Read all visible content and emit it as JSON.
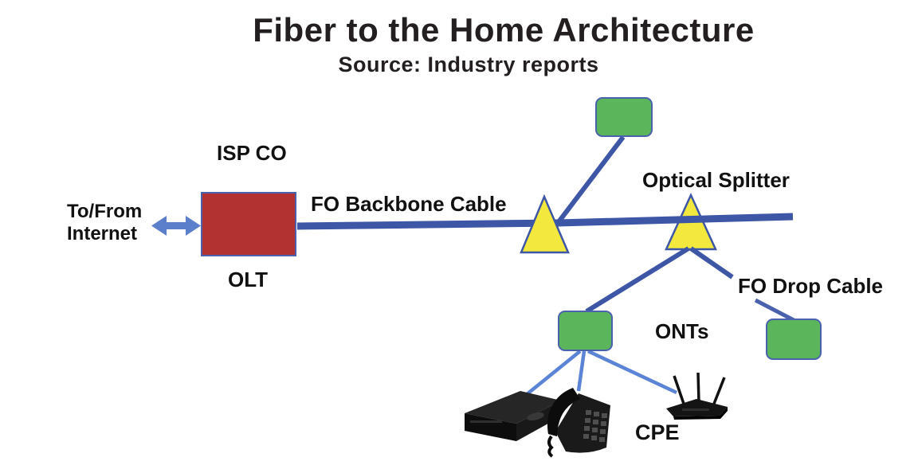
{
  "header": {
    "title": "Fiber to the Home Architecture",
    "subtitle": "Source: Industry reports"
  },
  "labels": {
    "isp_co": "ISP CO",
    "olt": "OLT",
    "to_from_line1": "To/From",
    "to_from_line2": "Internet",
    "fo_backbone_cable": "FO Backbone Cable",
    "optical_splitter": "Optical Splitter",
    "fo_drop_cable": "FO Drop Cable",
    "onts": "ONTs",
    "cpe": "CPE"
  },
  "colors": {
    "olt_box_fill": "#b23232",
    "box_border_blue": "#4a62ad",
    "green_box_fill": "#5bb55b",
    "splitter_yellow": "#f2e83e",
    "backbone_blue": "#3e56a6",
    "cpe_line_blue": "#5b84d6",
    "arrow_blue": "#5c7fcb",
    "text_color": "#231f20"
  },
  "diagram": {
    "nodes": [
      {
        "id": "internet",
        "type": "external",
        "label": "To/From Internet"
      },
      {
        "id": "olt",
        "type": "olt",
        "label": "OLT",
        "site_label": "ISP CO"
      },
      {
        "id": "splitter1",
        "type": "optical-splitter",
        "label": "Optical Splitter"
      },
      {
        "id": "splitter2",
        "type": "optical-splitter",
        "label": "Optical Splitter"
      },
      {
        "id": "ont-top",
        "type": "ont",
        "label": "ONTs"
      },
      {
        "id": "ont-left",
        "type": "ont",
        "label": "ONTs"
      },
      {
        "id": "ont-right",
        "type": "ont",
        "label": "ONTs"
      },
      {
        "id": "cpe-devices",
        "type": "cpe",
        "label": "CPE",
        "devices": [
          "set-top-box",
          "telephone",
          "wifi-router"
        ]
      }
    ],
    "edges": [
      {
        "from": "internet",
        "to": "olt",
        "style": "double-arrow"
      },
      {
        "from": "olt",
        "to": "splitter1",
        "label": "FO Backbone Cable"
      },
      {
        "from": "splitter1",
        "to": "splitter2",
        "label": "FO Backbone Cable"
      },
      {
        "from": "splitter1",
        "to": "ont-top"
      },
      {
        "from": "splitter2",
        "to": "ont-left"
      },
      {
        "from": "splitter2",
        "to": "ont-right",
        "label": "FO Drop Cable"
      },
      {
        "from": "ont-left",
        "to": "cpe-devices"
      }
    ]
  }
}
